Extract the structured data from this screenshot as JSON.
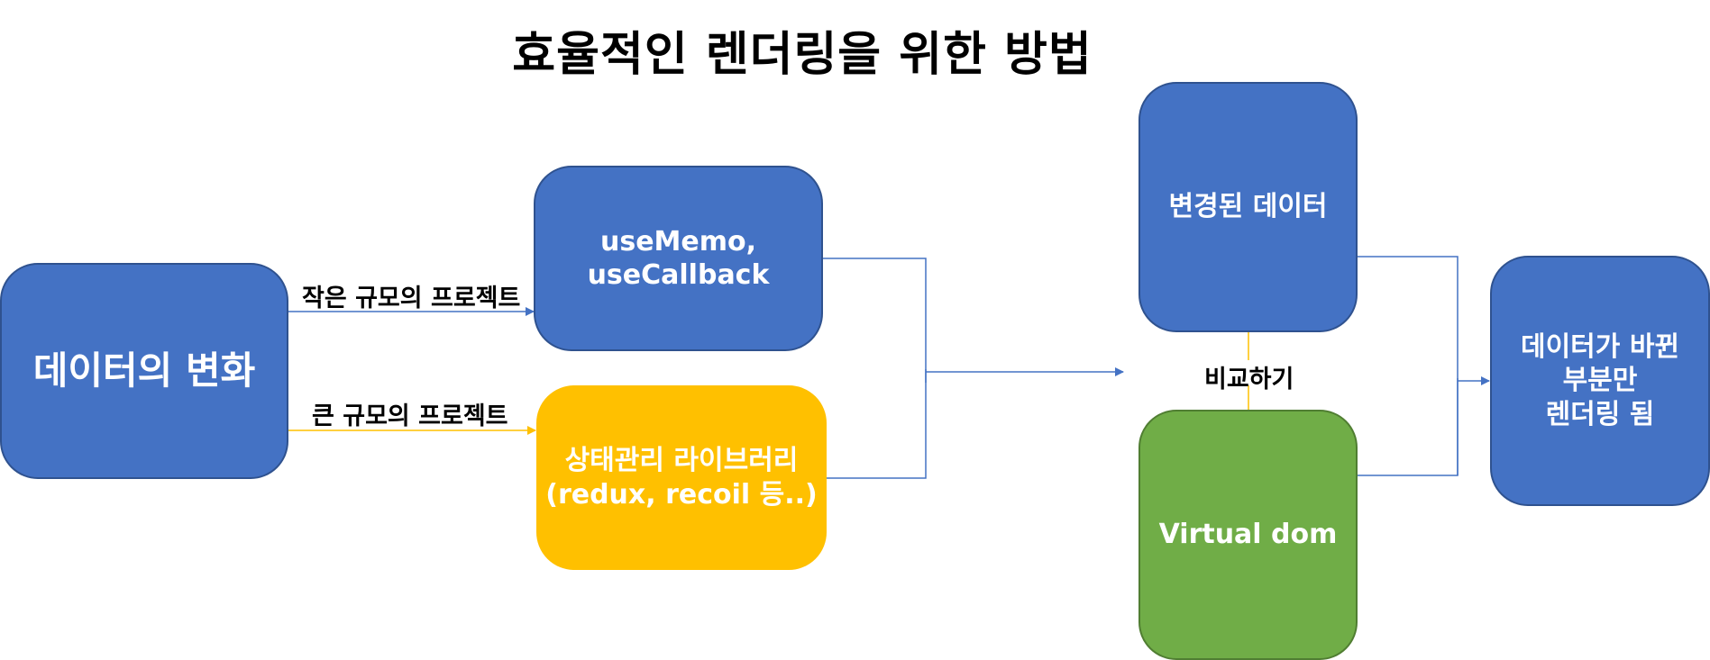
{
  "title": "효율적인 렌더링을 위한 방법",
  "nodes": {
    "data_change": "데이터의 변화",
    "use_memo": "useMemo,\nuseCallback",
    "state_lib": "상태관리 라이브러리\n(redux, recoil 등..)",
    "changed_data": "변경된 데이터",
    "virtual_dom": "Virtual dom",
    "partial_render": "데이터가 바뀐\n부분만\n렌더링 됨"
  },
  "edge_labels": {
    "small_project": "작은 규모의 프로젝트",
    "large_project": "큰 규모의 프로젝트",
    "compare": "비교하기"
  },
  "colors": {
    "blue": "#4472c4",
    "blue_border": "#2f528f",
    "yellow": "#ffc000",
    "green": "#70ad47",
    "green_border": "#507e32"
  }
}
